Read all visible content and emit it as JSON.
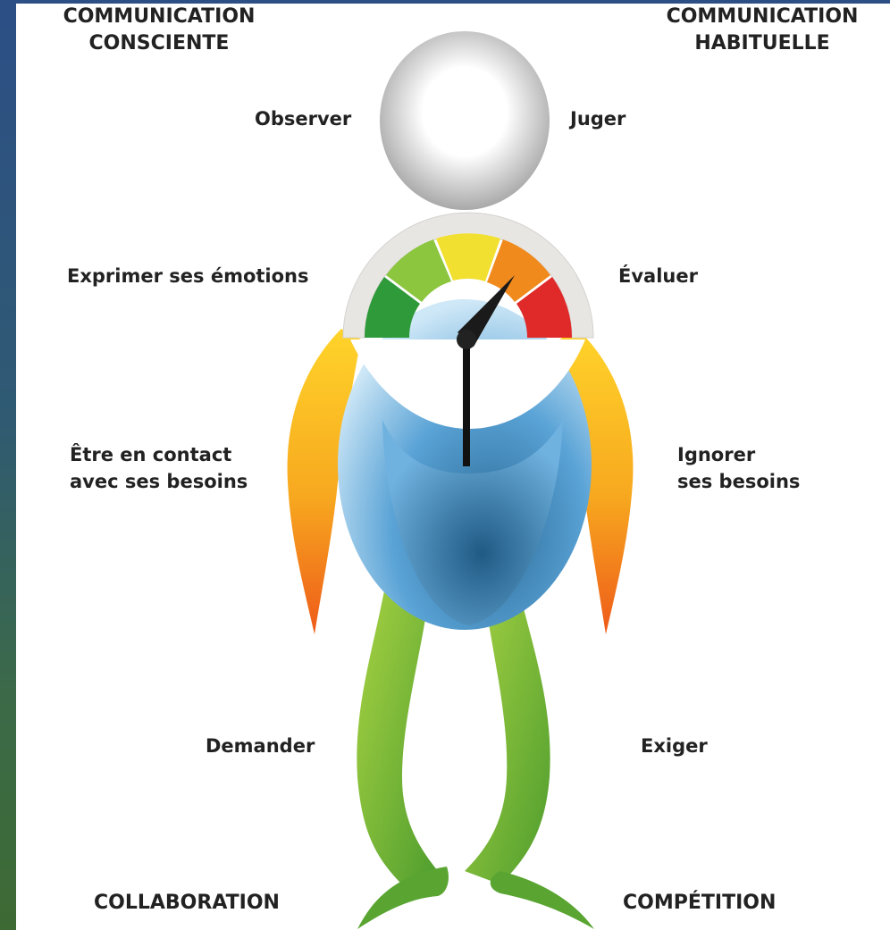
{
  "headings": {
    "left": "COMMUNICATION\nCONSCIENTE",
    "left_line1": "COMMUNICATION",
    "left_line2": "CONSCIENTE",
    "right_line1": "COMMUNICATION",
    "right_line2": "HABITUELLE",
    "bottom_left": "COLLABORATION",
    "bottom_right": "COMPÉTITION"
  },
  "labels": {
    "observer": "Observer",
    "juger": "Juger",
    "exprimer": "Exprimer ses émotions",
    "evaluer": "Évaluer",
    "contact_line1": "Être en contact",
    "contact_line2": "avec ses besoins",
    "ignorer_line1": "Ignorer",
    "ignorer_line2": "ses besoins",
    "demander": "Demander",
    "exiger": "Exiger"
  },
  "colors": {
    "frame": "#2c4f86",
    "green": "#2e9a3a",
    "lime": "#8cc63e",
    "yellow": "#f2e030",
    "orange": "#f08a1c",
    "red": "#e02a2a",
    "body_blue": "#5aa3d6",
    "legs_green": "#8dc63f",
    "arms_orange": "#f5a623",
    "head_gray": "#b8b8b8"
  },
  "gauge": {
    "segments": [
      "green",
      "lime",
      "yellow",
      "orange",
      "red"
    ],
    "needle_level": 0.62
  }
}
